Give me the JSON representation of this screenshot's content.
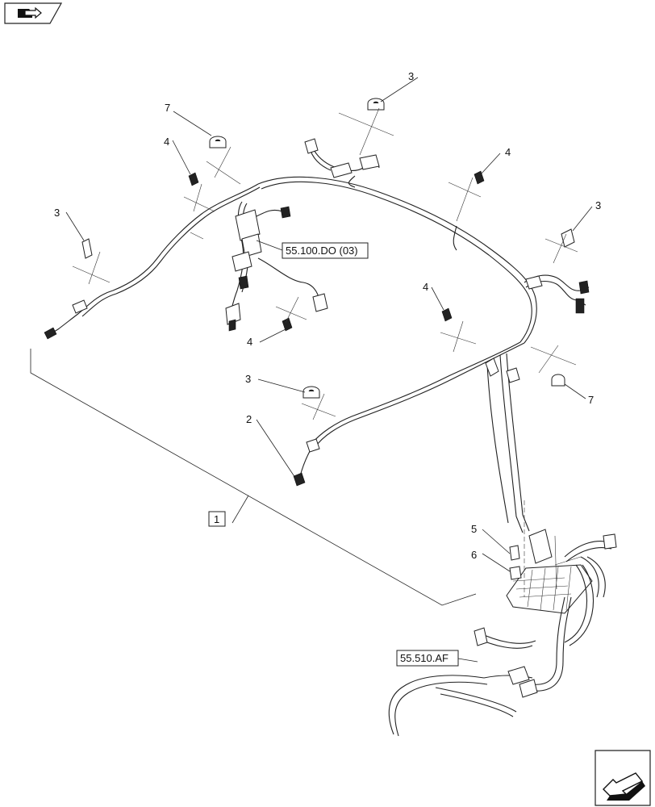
{
  "diagram": {
    "callouts": {
      "c7a": "7",
      "c3a": "3",
      "c4a": "4",
      "c3b": "3",
      "c4b": "4",
      "c3c": "3",
      "c4c": "4",
      "c4d": "4",
      "c3d": "3",
      "c7b": "7",
      "c2": "2",
      "c5": "5",
      "c6": "6",
      "c1": "1"
    },
    "references": {
      "ref_main": "55.100.DO (03)",
      "ref_lower": "55.510.AF"
    }
  },
  "navigation": {
    "top_left_icon": "book-arrow-icon",
    "bottom_right_icon": "arrow-left-down-icon"
  }
}
